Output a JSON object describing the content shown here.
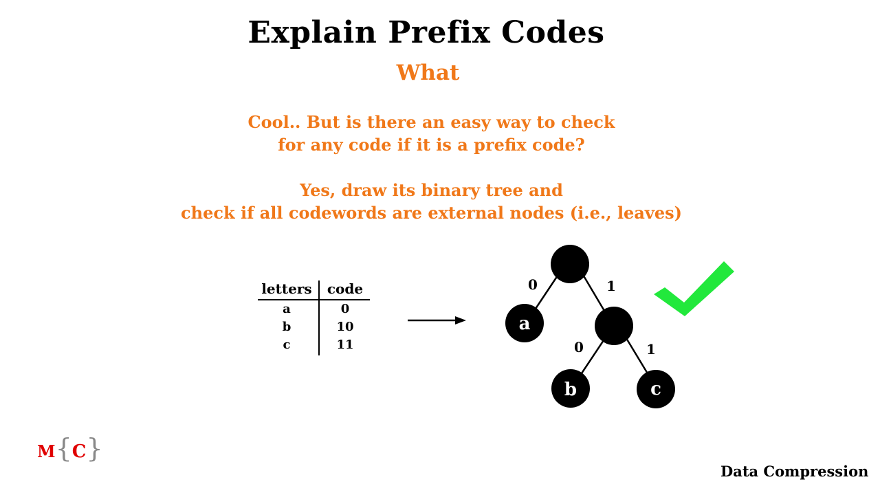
{
  "slide": {
    "title": "Explain Prefix Codes",
    "subtitle": "What",
    "question_lines": [
      "Cool.. But is there an easy way to check",
      "for any code if it is a prefix code?"
    ],
    "answer_lines": [
      "Yes, draw its binary tree and",
      "check if all codewords are external nodes (i.e., leaves)"
    ],
    "accent_color": "#f07819",
    "check_color": "#22e83c"
  },
  "code_table": {
    "headers": [
      "letters",
      "code"
    ],
    "rows": [
      {
        "letter": "a",
        "code": "0"
      },
      {
        "letter": "b",
        "code": "10"
      },
      {
        "letter": "c",
        "code": "11"
      }
    ]
  },
  "tree": {
    "nodes": [
      {
        "id": "root",
        "label": ""
      },
      {
        "id": "a",
        "label": "a"
      },
      {
        "id": "internal",
        "label": ""
      },
      {
        "id": "b",
        "label": "b"
      },
      {
        "id": "c",
        "label": "c"
      }
    ],
    "edges": [
      {
        "from": "root",
        "to": "a",
        "label": "0"
      },
      {
        "from": "root",
        "to": "internal",
        "label": "1"
      },
      {
        "from": "internal",
        "to": "b",
        "label": "0"
      },
      {
        "from": "internal",
        "to": "c",
        "label": "1"
      }
    ],
    "icons": {
      "arrow": "right-arrow-icon",
      "check": "checkmark-icon"
    }
  },
  "logo": {
    "m": "M",
    "open": "{",
    "c": "C",
    "close": "}"
  },
  "footer": {
    "label": "Data Compression"
  }
}
